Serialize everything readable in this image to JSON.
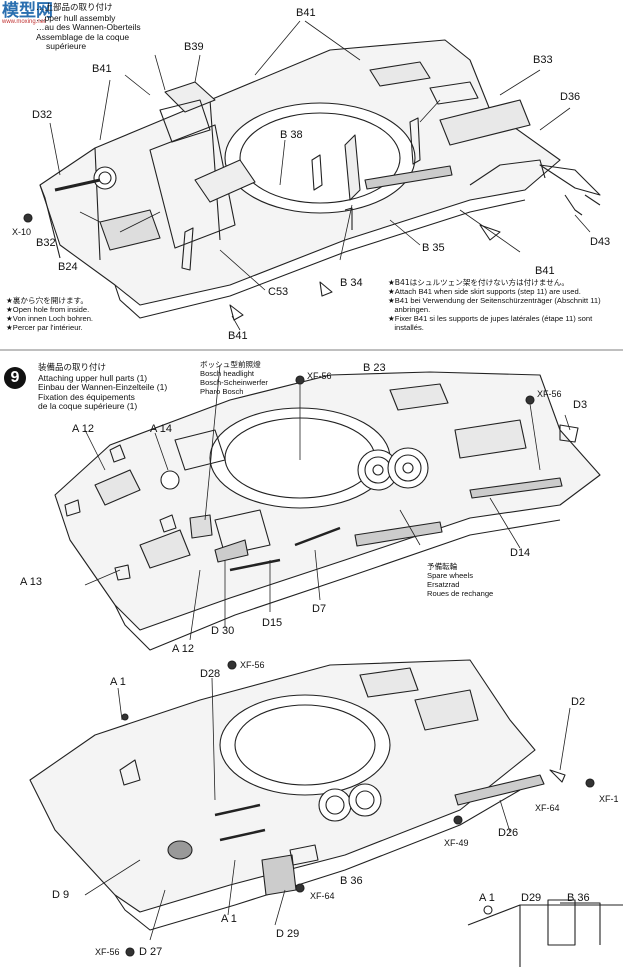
{
  "watermark": {
    "brand": "模型网",
    "url": "www.moxing.net"
  },
  "step8": {
    "title_lines": [
      "…上部品の取り付け",
      "…pper hull assembly",
      "…au des Wannen-Oberteils",
      "Assemblage de la coque",
      "supérieure"
    ],
    "labels": [
      "B41",
      "B39",
      "B41",
      "B33",
      "D36",
      "D32",
      "B 38",
      "X-10",
      "B32",
      "B24",
      "B 35",
      "D43",
      "B41",
      "C53",
      "B 34",
      "B41"
    ],
    "note_left": [
      "★裏から穴を開けます。",
      "★Open hole from inside.",
      "★Von innen Loch bohren.",
      "★Percer par l'intérieur."
    ],
    "note_right": [
      "★B41はシュルツェン架を付けない方は付けません。",
      "★Attach B41 when side skirt supports (step 11) are used.",
      "★B41 bei Verwendung der Seitenschürzenträger (Abschnitt 11)",
      "   anbringen.",
      "★Fixer B41 si les supports de jupes latérales (étape 11) sont",
      "   installés."
    ]
  },
  "step9": {
    "number": "9",
    "title_lines": [
      "装備品の取り付け",
      "Attaching upper hull parts (1)",
      "Einbau der Wannen-Einzelteile (1)",
      "Fixation des équipements",
      "de la coque supérieure (1)"
    ],
    "headlight_lines": [
      "ボッシュ型前照燈",
      "Bosch headlight",
      "Bosch-Scheinwerfer",
      "Pharo Bosch"
    ],
    "spare_lines": [
      "予備転輪",
      "Spare wheels",
      "Ersatzrad",
      "Roues de rechange"
    ],
    "labels_top": [
      "XF-56",
      "B 23",
      "XF-56",
      "D3",
      "A 12",
      "A 14",
      "A 13",
      "D14",
      "D 30",
      "D15",
      "D7",
      "A 12"
    ],
    "labels_bottom": [
      "XF-56",
      "D28",
      "A 1",
      "D2",
      "XF-1",
      "XF-64",
      "D26",
      "XF-49",
      "D 9",
      "A 1",
      "D 29",
      "B 36",
      "XF-64",
      "XF-56",
      "D 27",
      "A 1",
      "D29",
      "B 36"
    ]
  }
}
